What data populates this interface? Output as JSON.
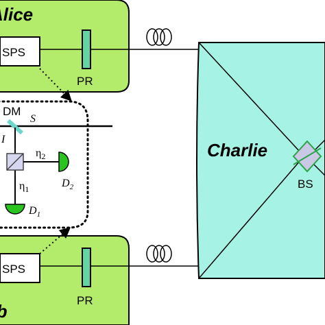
{
  "parties": {
    "alice": "Alice",
    "bob": "Bob",
    "charlie": "Charlie"
  },
  "components": {
    "source": "SPS",
    "polarization_rotator": "PR",
    "beam_splitter": "BS",
    "dichroic_mirror": "DM"
  },
  "detail": {
    "signal": "S",
    "idler": "I",
    "eta1": "η",
    "eta1_sub": "1",
    "eta2": "η",
    "eta2_sub": "2",
    "d1": "D",
    "d1_sub": "1",
    "d2": "D",
    "d2_sub": "2"
  },
  "colors": {
    "party_fill": "#b2ec6a",
    "charlie_fill": "#a6f3e6",
    "element_fill": "#64d4a5",
    "detector_fill": "#29c41e",
    "splitter_fill": "#c9c9e6"
  }
}
